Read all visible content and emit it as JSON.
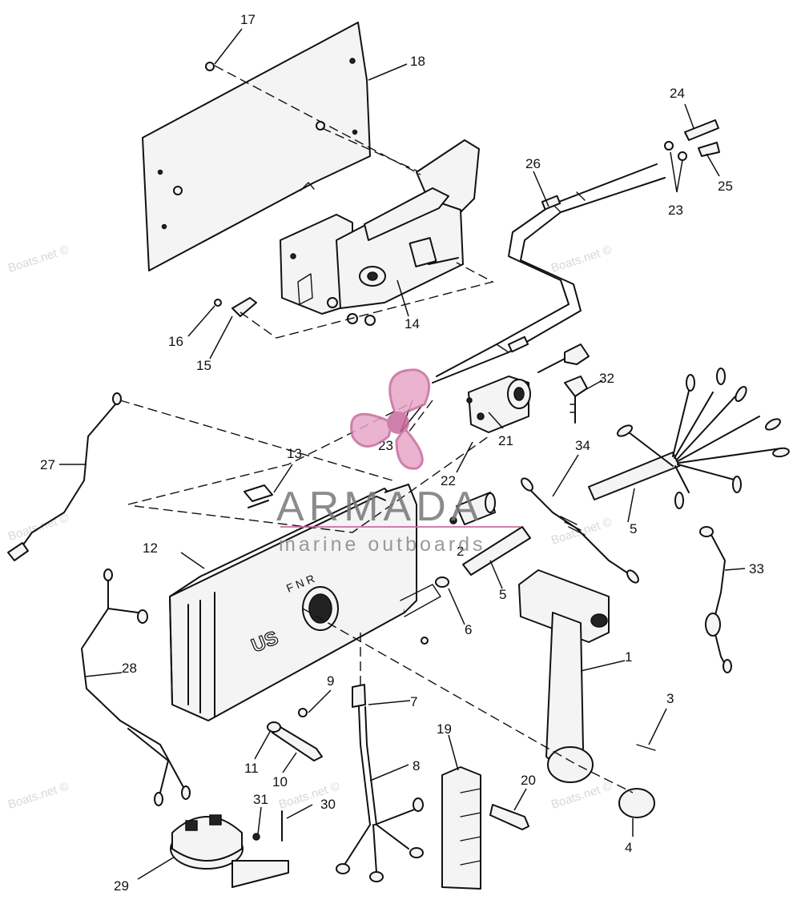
{
  "diagram": {
    "callouts": {
      "c1": "1",
      "c2": "2",
      "c3": "3",
      "c4": "4",
      "c5a": "5",
      "c5b": "5",
      "c6": "6",
      "c7": "7",
      "c8": "8",
      "c9": "9",
      "c10": "10",
      "c11": "11",
      "c12": "12",
      "c13": "13",
      "c14": "14",
      "c15": "15",
      "c16": "16",
      "c17": "17",
      "c18": "18",
      "c19": "19",
      "c20": "20",
      "c21": "21",
      "c22": "22",
      "c23a": "23",
      "c23b": "23",
      "c24": "24",
      "c25": "25",
      "c26": "26",
      "c27": "27",
      "c28": "28",
      "c29": "29",
      "c30": "30",
      "c31": "31",
      "c32": "32",
      "c33": "33",
      "c34": "34"
    },
    "housing_marks": {
      "shift": "F  N  R",
      "badge": "US"
    },
    "watermark": {
      "brand": "ARMADA",
      "tagline": "marine outboards",
      "site": "Boats.net ©"
    }
  }
}
